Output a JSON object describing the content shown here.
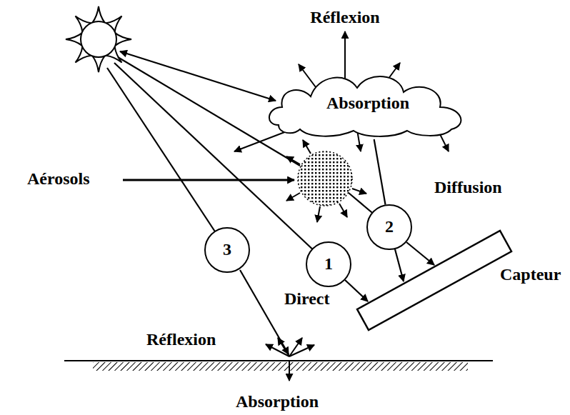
{
  "diagram": {
    "nodes": [
      {
        "text": [
          "Absorption"
        ]
      },
      {
        "text": [
          "3"
        ]
      },
      {
        "text": [
          "1"
        ]
      },
      {
        "text": [
          "2"
        ]
      }
    ],
    "edges": [
      {
        "from": 0,
        "to": 3,
        "arrow": "none"
      }
    ],
    "labels": [
      "Réflexion",
      "Aérosols",
      "Diffusion",
      "Capteur",
      "Direct",
      "Réflexion",
      "Absorption"
    ]
  }
}
